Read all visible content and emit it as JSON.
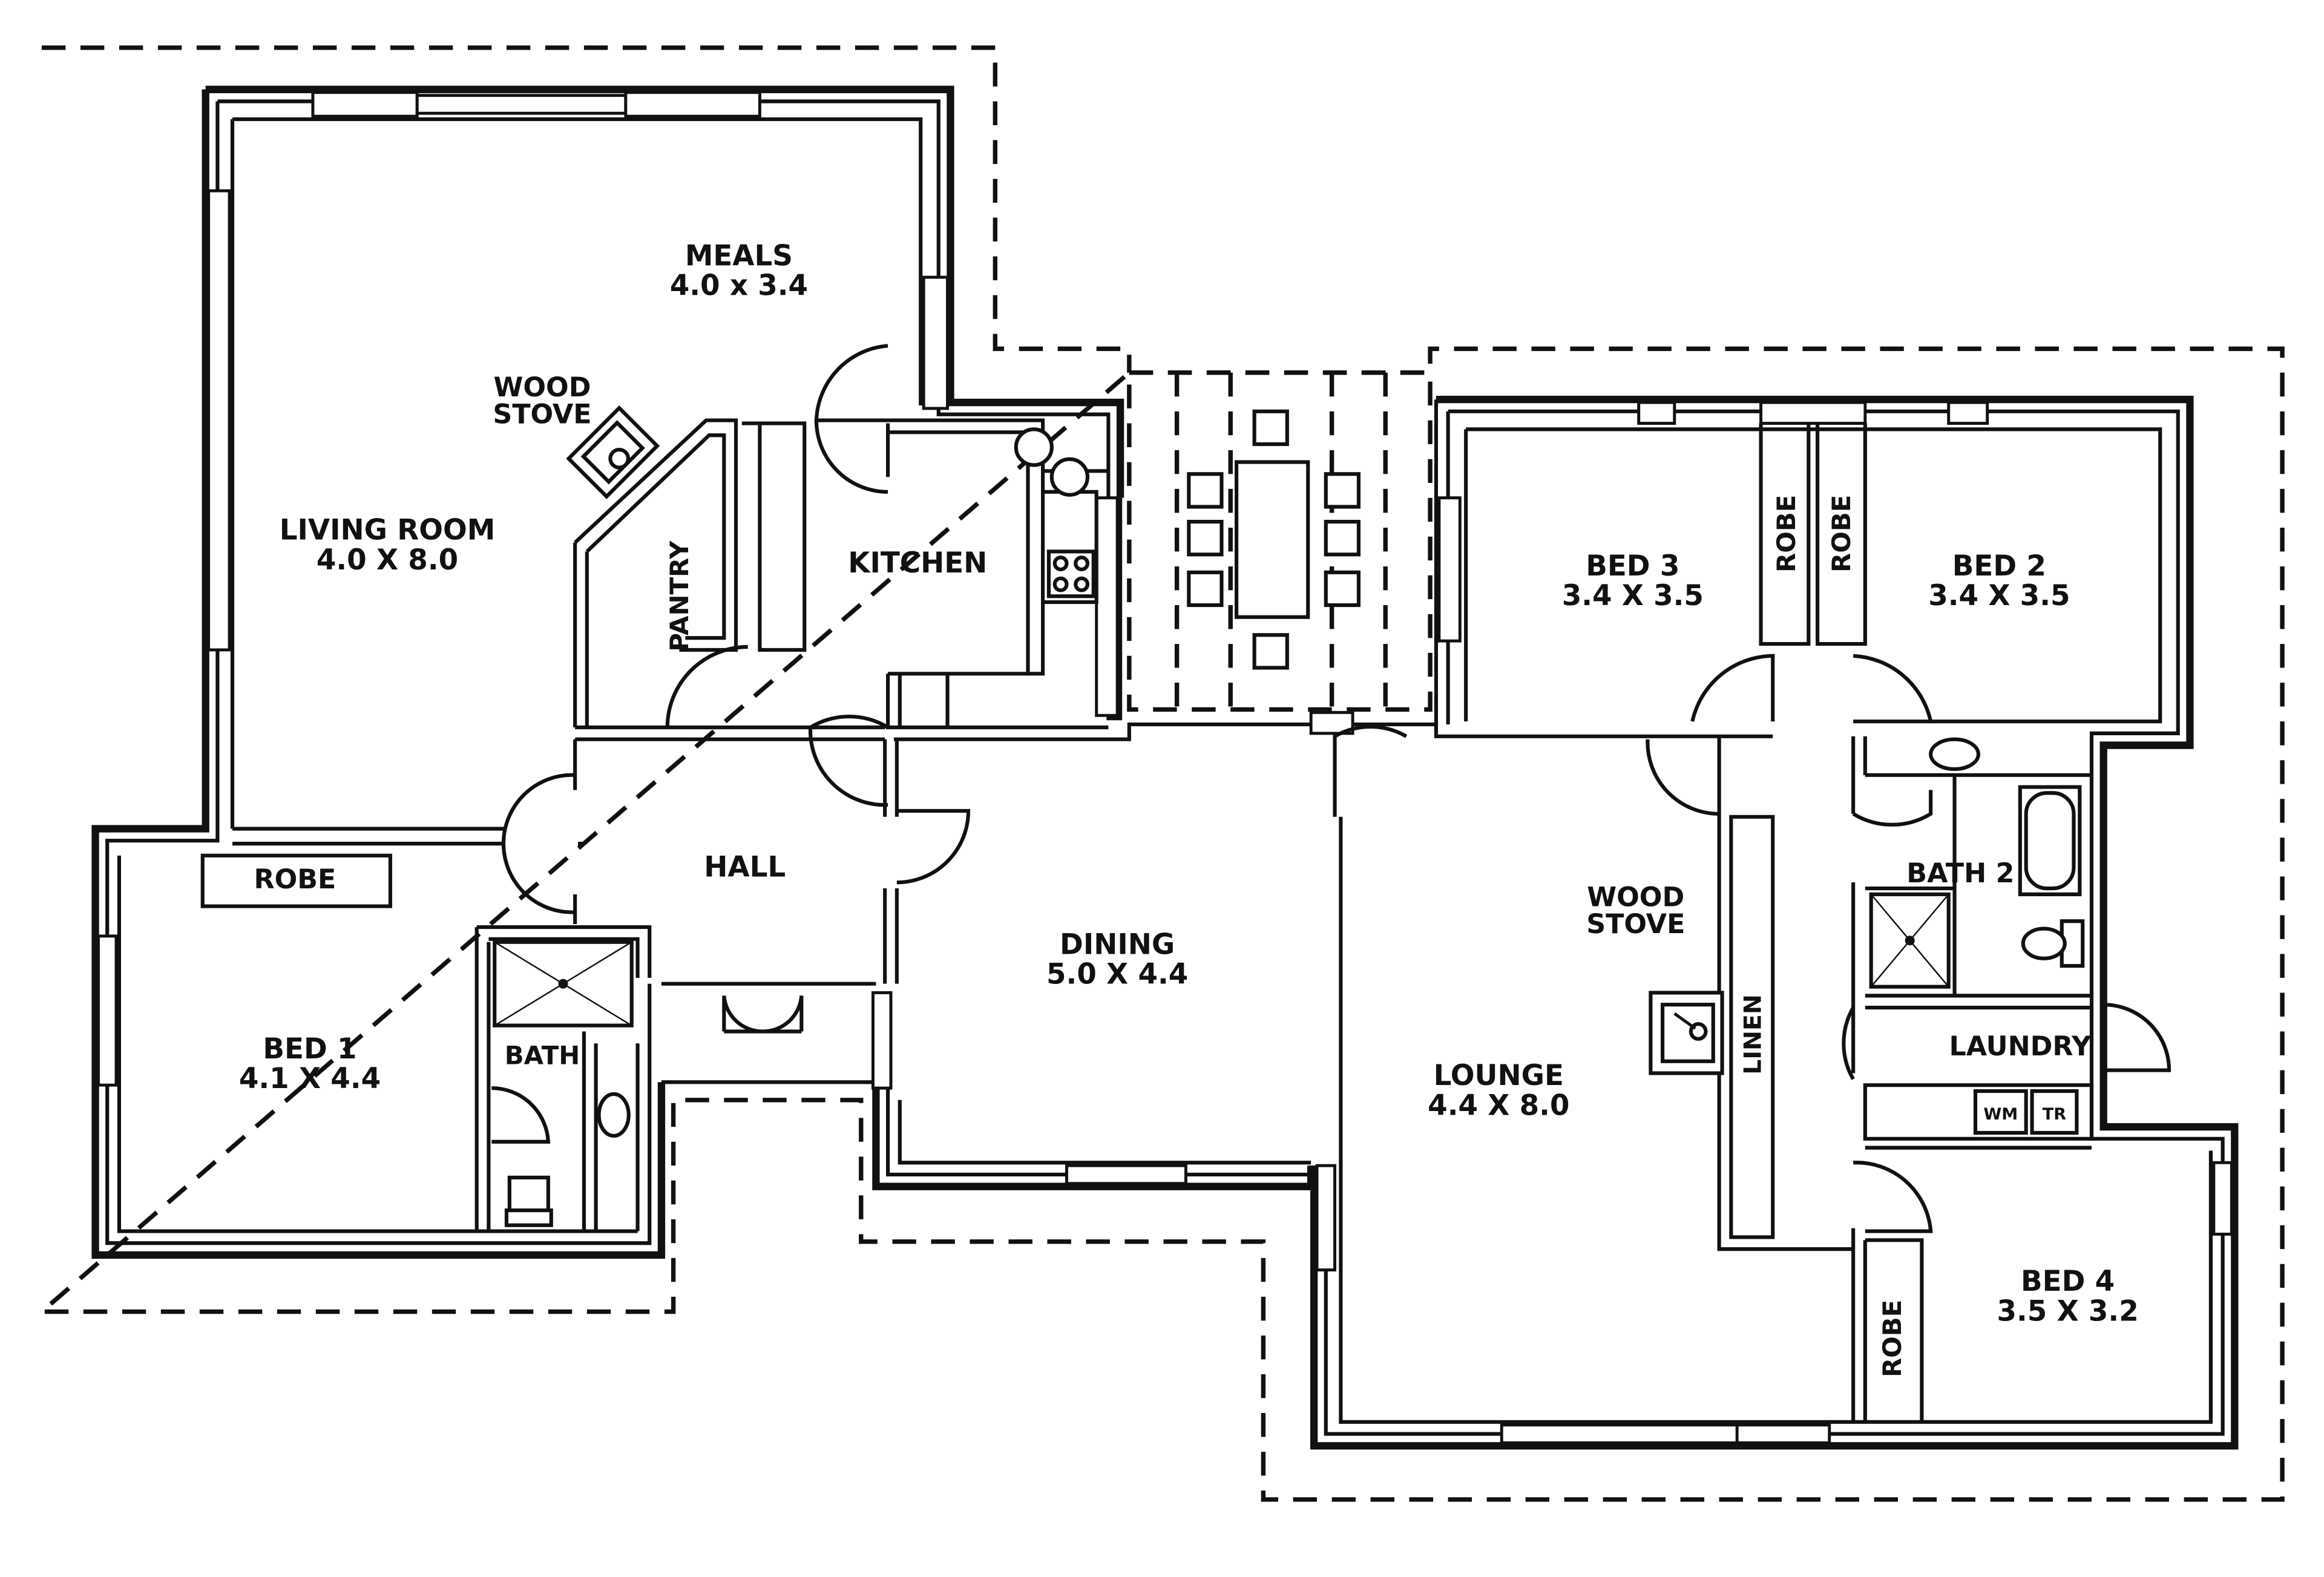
{
  "rooms": {
    "meals": {
      "name": "MEALS",
      "size": "4.0 x 3.4"
    },
    "living": {
      "name": "LIVING ROOM",
      "size": "4.0 X 8.0"
    },
    "wood_stove_1": {
      "line1": "WOOD",
      "line2": "STOVE"
    },
    "pantry": {
      "name": "PANTRY"
    },
    "kitchen": {
      "name": "KITCHEN"
    },
    "hall": {
      "name": "HALL"
    },
    "robe_bed1": {
      "name": "ROBE"
    },
    "bed1": {
      "name": "BED 1",
      "size": "4.1 X 4.4"
    },
    "bath": {
      "name": "BATH"
    },
    "dining": {
      "name": "DINING",
      "size": "5.0 X 4.4"
    },
    "bed3": {
      "name": "BED 3",
      "size": "3.4 X 3.5"
    },
    "robe_bed3": {
      "name": "ROBE"
    },
    "robe_bed2": {
      "name": "ROBE"
    },
    "bed2": {
      "name": "BED 2",
      "size": "3.4 X 3.5"
    },
    "wood_stove_2": {
      "line1": "WOOD",
      "line2": "STOVE"
    },
    "linen": {
      "name": "LINEN"
    },
    "lounge": {
      "name": "LOUNGE",
      "size": "4.4 X 8.0"
    },
    "bath2": {
      "name": "BATH 2"
    },
    "laundry": {
      "name": "LAUNDRY"
    },
    "wm": {
      "name": "WM"
    },
    "tr": {
      "name": "TR"
    },
    "robe_bed4": {
      "name": "ROBE"
    },
    "bed4": {
      "name": "BED 4",
      "size": "3.5 X 3.2"
    }
  }
}
